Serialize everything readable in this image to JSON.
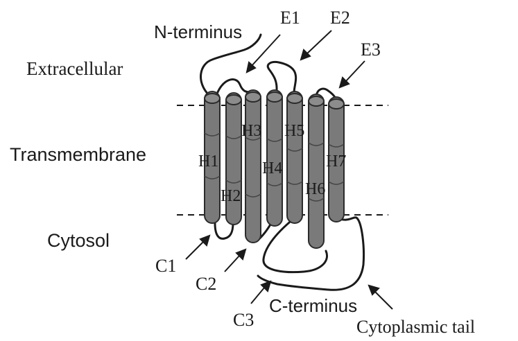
{
  "regions": {
    "extracellular": "Extracellular",
    "transmembrane": "Transmembrane",
    "cytosol": "Cytosol"
  },
  "helices": [
    "H1",
    "H2",
    "H3",
    "H4",
    "H5",
    "H6",
    "H7"
  ],
  "labels": {
    "n_terminus": "N-terminus",
    "c_terminus": "C-terminus",
    "cytoplasmic_tail": "Cytoplasmic tail",
    "e1": "E1",
    "e2": "E2",
    "e3": "E3",
    "c1": "C1",
    "c2": "C2",
    "c3": "C3"
  },
  "colors": {
    "helix_fill": "#7a7a7a",
    "helix_stroke": "#2b2b2b",
    "line": "#1a1a1a"
  }
}
